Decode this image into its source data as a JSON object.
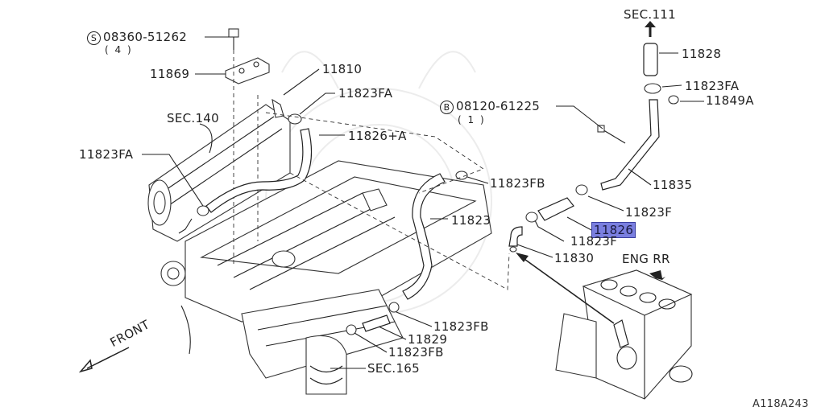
{
  "labels": {
    "bolt_part": "08360-51262",
    "bolt_qty": "( 4 )",
    "bolt_prefix": "S",
    "p11869": "11869",
    "p11810": "11810",
    "p11823FA_top": "11823FA",
    "p11826A": "11826+A",
    "sec140": "SEC.140",
    "p11823FA_left": "11823FA",
    "p11823FB_mid": "11823FB",
    "p11823": "11823",
    "p11823FB_low": "11823FB",
    "p11829": "11829",
    "p11823FB_bottom": "11823FB",
    "sec165": "SEC.165",
    "front": "FRONT",
    "sec111": "SEC.111",
    "p11828": "11828",
    "p11823FA_right": "11823FA",
    "p11849A": "11849A",
    "bolt2_prefix": "B",
    "bolt2_part": "08120-61225",
    "bolt2_qty": "( 1 )",
    "p11835": "11835",
    "p11823F_a": "11823F",
    "p11826": "11826",
    "p11823F_b": "11823F",
    "p11830": "11830",
    "eng_rr": "ENG RR",
    "code": "A118A243"
  },
  "highlight": {
    "part": "11826",
    "color": "#7a7fe0"
  }
}
